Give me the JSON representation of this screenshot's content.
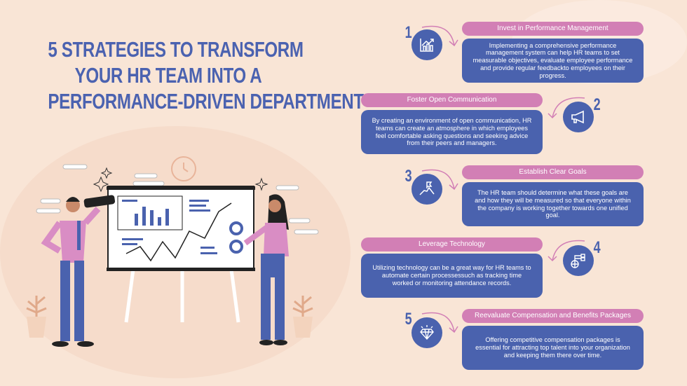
{
  "title": [
    "5 STRATEGIES TO TRANSFORM",
    "YOUR HR TEAM INTO A",
    "PERFORMANCE-DRIVEN DEPARTMENT"
  ],
  "colors": {
    "background": "#f9e5d6",
    "blue": "#4a62ae",
    "pink": "#d27fb5"
  },
  "strategies": [
    {
      "number": "1",
      "icon": "chart-growth-icon",
      "heading": "Invest in Performance Management",
      "text": "Implementing a comprehensive performance management system can help HR teams to set measurable objectives, evaluate employee performance and provide regular feedbackto employees on their progress."
    },
    {
      "number": "2",
      "icon": "megaphone-icon",
      "heading": "Foster Open Communication",
      "text": "By creating an environment of open communication, HR teams can create an atmosphere in which employees feel comfortable asking questions and seeking advice from their peers and managers."
    },
    {
      "number": "3",
      "icon": "flag-mountain-icon",
      "heading": "Establish Clear Goals",
      "text": "The HR team should determine what these goals are and how they will be measured so that everyone within the company is working together towards one unified goal."
    },
    {
      "number": "4",
      "icon": "network-globe-icon",
      "heading": "Leverage Technology",
      "text": "Utilizing technology can be a great way for HR teams to automate certain processessuch as tracking time worked or monitoring attendance records."
    },
    {
      "number": "5",
      "icon": "diamond-icon",
      "heading": "Reevaluate Compensation and Benefits Packages",
      "text": "Offering competitive compensation packages is essential for attracting top talent into your organization and keeping them there over time."
    }
  ]
}
